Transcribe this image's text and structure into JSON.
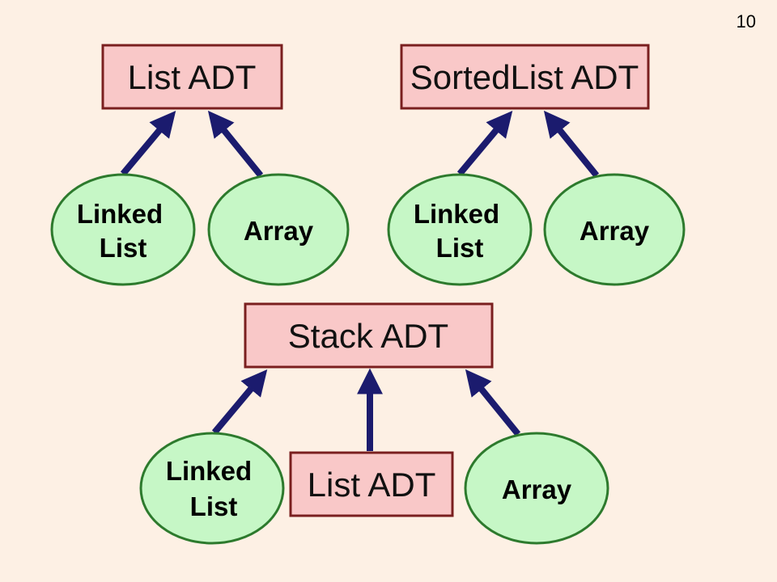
{
  "slide": {
    "page_number": "10"
  },
  "colors": {
    "background": "#fdf0e4",
    "box_fill": "#f9c8c8",
    "box_stroke": "#7a1f1f",
    "ellipse_fill": "#c6f7c6",
    "ellipse_stroke": "#2d7a2d",
    "arrow": "#1b1b6e"
  },
  "groups": [
    {
      "adt": "List ADT",
      "implementations": [
        {
          "line1": "Linked",
          "line2": "List"
        },
        {
          "line1": "Array",
          "line2": ""
        }
      ]
    },
    {
      "adt": "SortedList ADT",
      "implementations": [
        {
          "line1": "Linked",
          "line2": "List"
        },
        {
          "line1": "Array",
          "line2": ""
        }
      ]
    },
    {
      "adt": "Stack ADT",
      "implementations": [
        {
          "line1": "Linked",
          "line2": "List"
        },
        {
          "adt_box": "List ADT"
        },
        {
          "line1": "Array",
          "line2": ""
        }
      ]
    }
  ]
}
